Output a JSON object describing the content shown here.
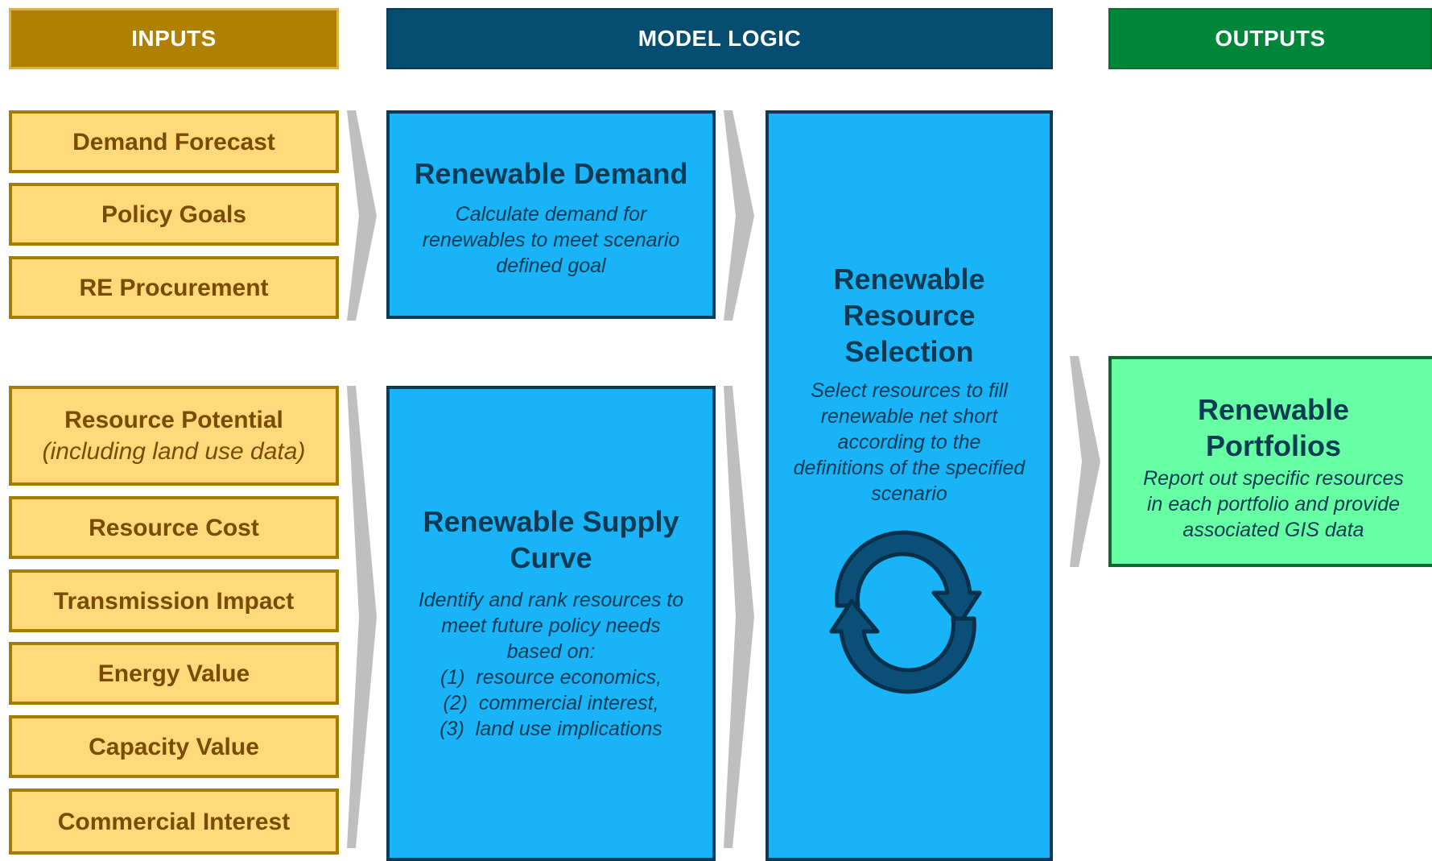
{
  "headers": {
    "inputs": "INPUTS",
    "model_logic": "MODEL LOGIC",
    "outputs": "OUTPUTS"
  },
  "inputs": {
    "demand_forecast": "Demand Forecast",
    "policy_goals": "Policy Goals",
    "re_procurement": "RE Procurement",
    "resource_potential": "Resource Potential",
    "resource_potential_sub": "(including land use data)",
    "resource_cost": "Resource Cost",
    "transmission_impact": "Transmission Impact",
    "energy_value": "Energy Value",
    "capacity_value": "Capacity Value",
    "commercial_interest": "Commercial Interest"
  },
  "renewable_demand": {
    "title": "Renewable Demand",
    "desc": [
      "Calculate demand for",
      "renewables to meet scenario",
      "defined goal"
    ]
  },
  "supply_curve": {
    "title": [
      "Renewable Supply",
      "Curve"
    ],
    "desc": [
      "Identify and rank resources to",
      "meet future policy needs",
      "based on:"
    ],
    "items": [
      "(1)  resource economics,",
      "(2)  commercial interest,",
      "(3)  land use implications"
    ]
  },
  "resource_selection": {
    "title": [
      "Renewable",
      "Resource",
      "Selection"
    ],
    "desc": [
      "Select resources to fill",
      "renewable net short",
      "according to the",
      "definitions of the specified",
      "scenario"
    ],
    "icon": "cycle-arrows-icon"
  },
  "portfolios": {
    "title": [
      "Renewable",
      "Portfolios"
    ],
    "desc": [
      "Report out specific resources",
      "in each portfolio and provide",
      "associated GIS data"
    ]
  },
  "colors": {
    "inputs_header": "#B08000",
    "model_header": "#064E71",
    "outputs_header": "#00863B",
    "input_box": "#FFD97A",
    "logic_box": "#18B4F7",
    "output_box": "#66FFA4",
    "arrow": "#BFBFBF"
  }
}
